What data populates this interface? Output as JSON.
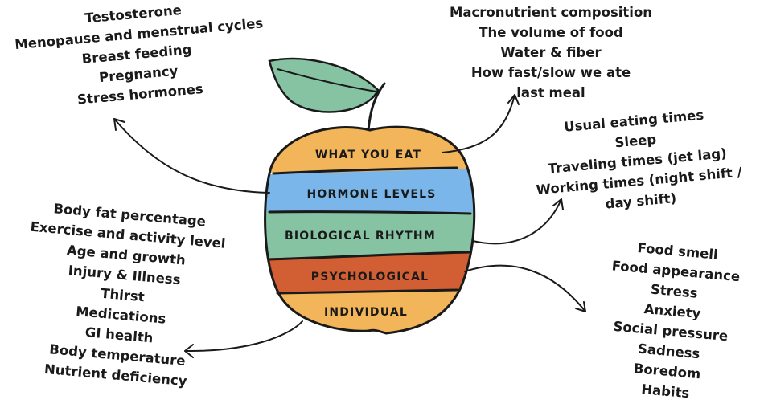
{
  "categories": {
    "what_you_eat": "WHAT YOU EAT",
    "hormone_levels": "HORMONE LEVELS",
    "biological_rhythm": "BIOLOGICAL RHYTHM",
    "psychological": "PSYCHOLOGICAL",
    "individual": "INDIVIDUAL"
  },
  "colors": {
    "what_you_eat": "#f2b55a",
    "hormone_levels": "#7ab6ea",
    "biological_rhythm": "#86c3a3",
    "psychological": "#d15f33",
    "individual": "#f2b55a",
    "leaf": "#86c3a3"
  },
  "lists": {
    "hormones": [
      "Testosterone",
      "Menopause and menstrual cycles",
      "Breast feeding",
      "Pregnancy",
      "Stress hormones"
    ],
    "food": [
      "Macronutrient composition",
      "The volume of food",
      "Water & fiber",
      "How fast/slow we ate last meal"
    ],
    "rhythm": [
      "Usual eating times",
      "Sleep",
      "Traveling times (jet lag)",
      "Working times (night shift / day shift)"
    ],
    "individual": [
      "Body fat percentage",
      "Exercise and activity level",
      "Age and growth",
      "Injury & Illness",
      "Thirst",
      "Medications",
      "GI health",
      "Body temperature",
      "Nutrient deficiency"
    ],
    "psychological": [
      "Food smell",
      "Food appearance",
      "Stress",
      "Anxiety",
      "Social pressure",
      "Sadness",
      "Boredom",
      "Habits"
    ]
  }
}
